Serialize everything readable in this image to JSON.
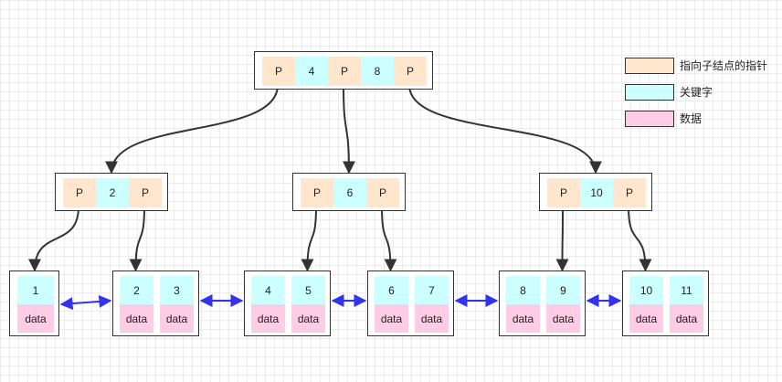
{
  "colors": {
    "pointer": "#ffe6cc",
    "key": "#ccffff",
    "data": "#ffcce6",
    "tree_edge": "#333333",
    "leaf_link": "#3333ee"
  },
  "legend": [
    {
      "label": "指向子结点的指针",
      "color": "#ffe6cc"
    },
    {
      "label": "关键字",
      "color": "#ccffff"
    },
    {
      "label": "数据",
      "color": "#ffcce6"
    }
  ],
  "root": {
    "cells": [
      {
        "type": "pointer",
        "text": "P"
      },
      {
        "type": "key",
        "text": "4"
      },
      {
        "type": "pointer",
        "text": "P"
      },
      {
        "type": "key",
        "text": "8"
      },
      {
        "type": "pointer",
        "text": "P"
      }
    ]
  },
  "internal": [
    {
      "cells": [
        {
          "type": "pointer",
          "text": "P"
        },
        {
          "type": "key",
          "text": "2"
        },
        {
          "type": "pointer",
          "text": "P"
        }
      ]
    },
    {
      "cells": [
        {
          "type": "pointer",
          "text": "P"
        },
        {
          "type": "key",
          "text": "6"
        },
        {
          "type": "pointer",
          "text": "P"
        }
      ]
    },
    {
      "cells": [
        {
          "type": "pointer",
          "text": "P"
        },
        {
          "type": "key",
          "text": "10"
        },
        {
          "type": "pointer",
          "text": "P"
        }
      ]
    }
  ],
  "leaves": [
    {
      "entries": [
        {
          "key": "1",
          "data": "data"
        }
      ]
    },
    {
      "entries": [
        {
          "key": "2",
          "data": "data"
        },
        {
          "key": "3",
          "data": "data"
        }
      ]
    },
    {
      "entries": [
        {
          "key": "4",
          "data": "data"
        },
        {
          "key": "5",
          "data": "data"
        }
      ]
    },
    {
      "entries": [
        {
          "key": "6",
          "data": "data"
        },
        {
          "key": "7",
          "data": "data"
        }
      ]
    },
    {
      "entries": [
        {
          "key": "8",
          "data": "data"
        },
        {
          "key": "9",
          "data": "data"
        }
      ]
    },
    {
      "entries": [
        {
          "key": "10",
          "data": "data"
        },
        {
          "key": "11",
          "data": "data"
        }
      ]
    }
  ]
}
